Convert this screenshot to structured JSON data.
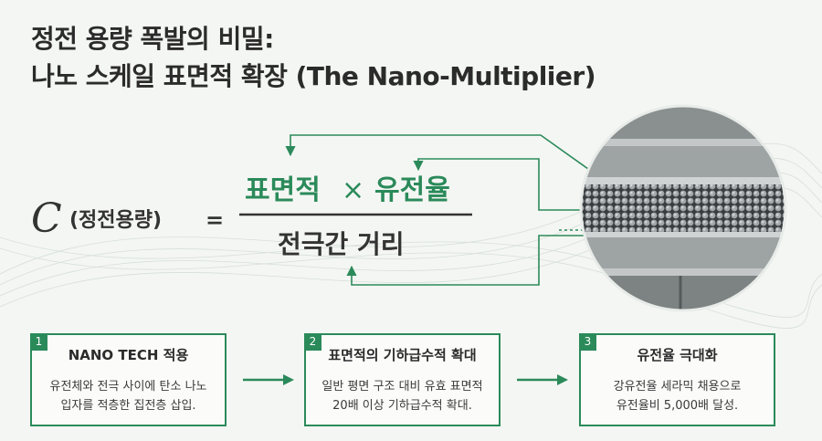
{
  "title": {
    "line1": "정전 용량 폭발의 비밀:",
    "line2": "나노 스케일 표면적 확장 (The Nano-Multiplier)"
  },
  "formula": {
    "variable": "C",
    "variable_label": "(정전용량)",
    "equals": "=",
    "numerator_a": "표면적",
    "times": "×",
    "numerator_b": "유전율",
    "denominator": "전극간 거리"
  },
  "steps": [
    {
      "number": "1",
      "title": "NANO TECH 적용",
      "desc": "유전체와 전극 사이에 탄소 나노\n입자를 적층한 집전층 삽입."
    },
    {
      "number": "2",
      "title": "표면적의 기하급수적 확대",
      "desc": "일반 평면 구조 대비 유효 표면적\n20배 이상 기하급수적 확대."
    },
    {
      "number": "3",
      "title": "유전율 극대화",
      "desc": "강유전율 세라믹 채용으로\n유전율비 5,000배 달성."
    }
  ],
  "colors": {
    "accent": "#2b8a5a",
    "text": "#2b2b2b",
    "background": "#f4f6f3"
  }
}
